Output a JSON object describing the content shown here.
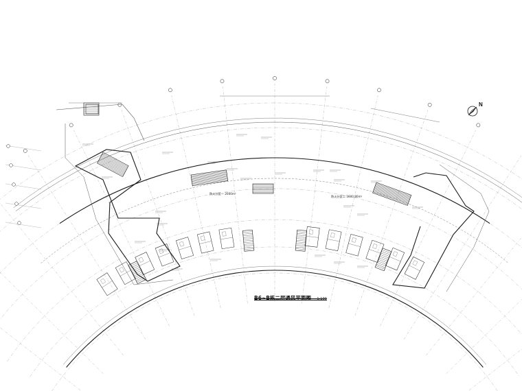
{
  "drawing": {
    "title": "B6~B栋二层通风平面图",
    "scale": "1:100",
    "north_label": "N",
    "zones": [
      {
        "label": "防火分区一 2000m²"
      },
      {
        "label": "防火分区二 1600.80m²"
      }
    ]
  },
  "colors": {
    "line": "#1a1a1a",
    "thin": "#555555",
    "grid": "#9a9a9a",
    "background": "#ffffff"
  }
}
